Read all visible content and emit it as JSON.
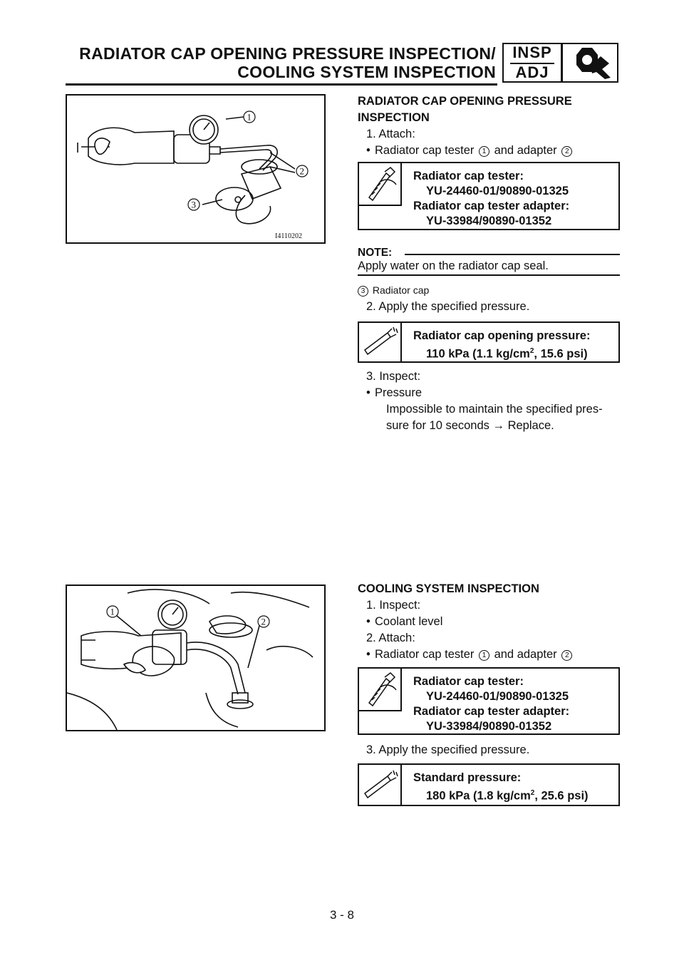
{
  "header": {
    "title_line1": "RADIATOR CAP OPENING PRESSURE INSPECTION/",
    "title_line2": "COOLING SYSTEM INSPECTION",
    "badge_top": "INSP",
    "badge_bottom": "ADJ",
    "badge_icon": "wrench-nut-icon"
  },
  "figure1": {
    "code": "I4110202",
    "callouts": [
      "1",
      "2",
      "3"
    ]
  },
  "figure2": {
    "callouts": [
      "1",
      "2"
    ]
  },
  "section1": {
    "heading_line1": "RADIATOR CAP OPENING PRESSURE",
    "heading_line2": "INSPECTION",
    "step1": "1.  Attach:",
    "step1_bullet_a": "Radiator cap tester ",
    "step1_bullet_b": " and adapter ",
    "callout1": "1",
    "callout2": "2",
    "tool_spec": {
      "icon": "special-tool-icon",
      "l1": "Radiator cap tester:",
      "l2": "YU-24460-01/90890-01325",
      "l3": "Radiator cap tester adapter:",
      "l4": "YU-33984/90890-01352"
    },
    "note_label": "NOTE:",
    "note_text": "Apply water on the radiator cap seal.",
    "legend_num": "3",
    "legend_text": "Radiator cap",
    "step2": "2.  Apply the specified pressure.",
    "pressure_spec": {
      "icon": "caliper-icon",
      "l1": "Radiator cap opening pressure:",
      "l2a": "110 kPa (1.1 kg/cm",
      "sup": "2",
      "l2b": ", 15.6 psi)"
    },
    "step3": "3.  Inspect:",
    "step3_bullet": "Pressure",
    "step3_sub1": "Impossible to maintain the specified pres-",
    "step3_sub2": "sure for 10 seconds → Replace."
  },
  "section2": {
    "heading": "COOLING SYSTEM INSPECTION",
    "step1": "1.  Inspect:",
    "step1_bullet": "Coolant level",
    "step2": "2.  Attach:",
    "step2_bullet_a": "Radiator cap tester ",
    "step2_bullet_b": " and adapter ",
    "callout1": "1",
    "callout2": "2",
    "tool_spec": {
      "icon": "special-tool-icon",
      "l1": "Radiator cap tester:",
      "l2": "YU-24460-01/90890-01325",
      "l3": "Radiator cap tester adapter:",
      "l4": "YU-33984/90890-01352"
    },
    "step3": "3.  Apply the specified pressure.",
    "pressure_spec": {
      "icon": "caliper-icon",
      "l1": "Standard pressure:",
      "l2a": "180 kPa (1.8 kg/cm",
      "sup": "2",
      "l2b": ", 25.6 psi)"
    }
  },
  "footer": {
    "page_number": "3 - 8"
  }
}
